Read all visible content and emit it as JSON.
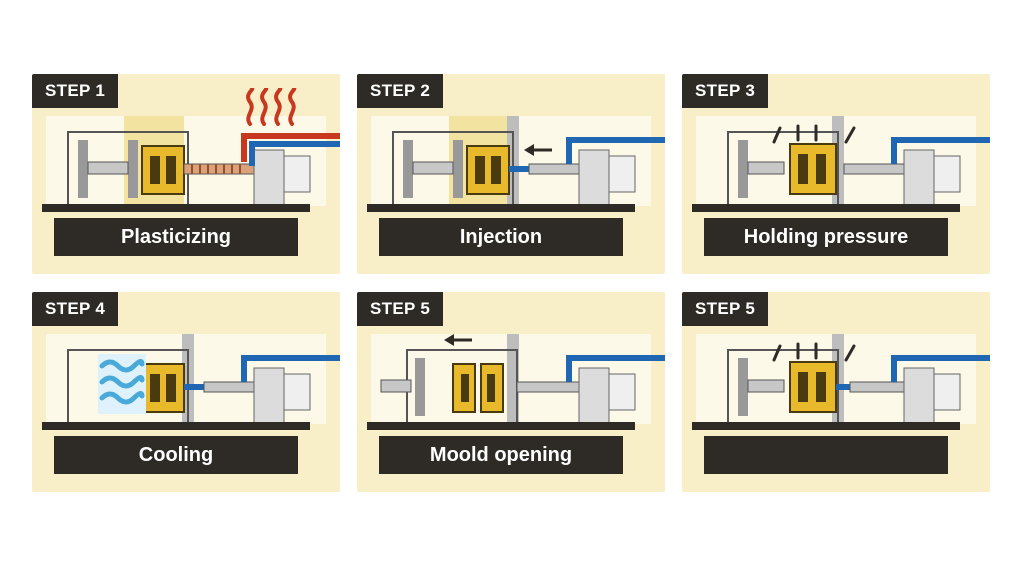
{
  "panels": [
    {
      "step": "STEP 1",
      "caption": "Plasticizing"
    },
    {
      "step": "STEP 2",
      "caption": "Injection"
    },
    {
      "step": "STEP 3",
      "caption": "Holding pressure"
    },
    {
      "step": "STEP 4",
      "caption": "Cooling"
    },
    {
      "step": "STEP 5",
      "caption": "Moold opening"
    },
    {
      "step": "STEP 5",
      "caption": ""
    }
  ],
  "icons": {
    "panel1": [
      "heat-waves-icon"
    ],
    "panel2": [
      "left-arrow-icon"
    ],
    "panel3": [
      "pressure-marks-icon"
    ],
    "panel4": [
      "cooling-waves-icon"
    ],
    "panel5": [
      "left-arrow-icon"
    ],
    "panel6": [
      "pressure-marks-icon"
    ]
  },
  "colors": {
    "panel_bg": "#f8efc9",
    "dark": "#2e2a26",
    "pipe_blue": "#1f66b3",
    "pipe_red": "#c8381e",
    "mold_yellow": "#e8b92a",
    "cool_blue": "#49a9d9"
  }
}
